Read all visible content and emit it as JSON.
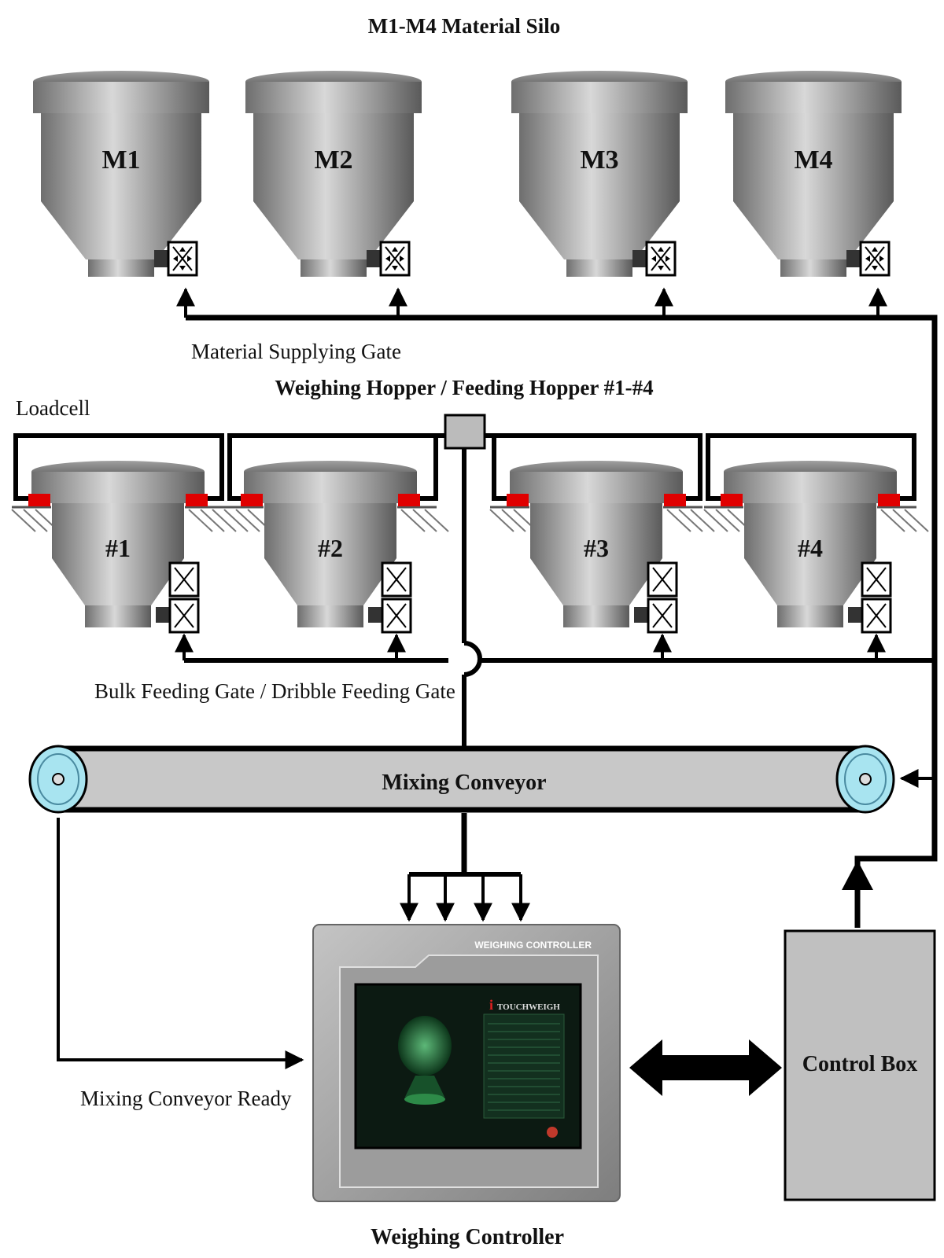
{
  "diagram": {
    "title": "M1-M4 Material Silo",
    "silos": [
      "M1",
      "M2",
      "M3",
      "M4"
    ],
    "supply_gate_label": "Material Supplying Gate",
    "hopper_section_title": "Weighing Hopper / Feeding Hopper #1-#4",
    "loadcell_label": "Loadcell",
    "hoppers": [
      "#1",
      "#2",
      "#3",
      "#4"
    ],
    "feed_gate_label": "Bulk Feeding Gate / Dribble Feeding Gate",
    "conveyor_label": "Mixing Conveyor",
    "conveyor_ready_label": "Mixing Conveyor Ready",
    "controller_panel_label": "WEIGHING CONTROLLER",
    "controller_brand": "TOUCHWEIGH",
    "controller_brand_initial": "i",
    "controller_caption": "Weighing Controller",
    "control_box_label": "Control Box"
  },
  "colors": {
    "line": "#000000",
    "silo_metal": "#9a9a9a",
    "loadcell": "#e00000",
    "conveyor_belt": "#c8c8c8",
    "pulley": "#a8e4f0",
    "control_box": "#c0c0c0",
    "screen": "#0c1a12"
  }
}
